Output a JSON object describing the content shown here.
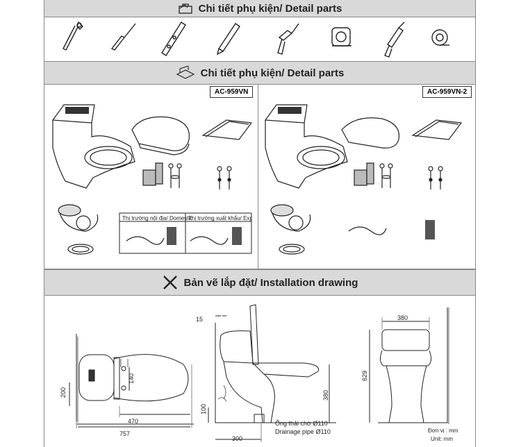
{
  "sections": {
    "tools_title": "Chi tiết phụ kiện/ Detail parts",
    "parts_title": "Chi tiết phụ kiện/ Detail parts",
    "drawing_title": "Bản vẽ lắp đặt/ Installation drawing"
  },
  "tools": [
    "wrench-icon",
    "screwdriver-icon",
    "level-icon",
    "pencil-icon",
    "drill-icon",
    "tape-measure-icon",
    "caulk-gun-icon",
    "tape-roll-icon"
  ],
  "models": {
    "left": "AC-959VN",
    "right": "AC-959VN-2",
    "domestic_label": "Thị trường nội địa/ Domestic",
    "export_label": "Thị trường xuất khẩu/ Export"
  },
  "dimensions": {
    "d757": "757",
    "d470": "470",
    "d200": "200",
    "d140": "140",
    "d15": "15",
    "d100": "100",
    "d300": "300",
    "d380_side": "380",
    "d380_top": "380",
    "d629": "629",
    "outlet_vi": "Ống thải chờ Ø110",
    "outlet_en": "Drainage pipe Ø110",
    "unit_vi": "Đơn vị : mm",
    "unit_en": "Unit: mm"
  }
}
